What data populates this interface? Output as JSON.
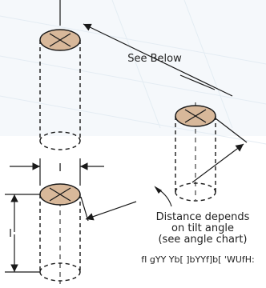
{
  "labels": {
    "see_below": "See Below",
    "distance_line1": "Distance depends",
    "distance_line2": "on tilt angle",
    "distance_line3": "(see angle chart)",
    "dim_width": "I",
    "dim_height": "I",
    "footer_note": "fI gYY Yb[ ]bYYf]b[ 'WUfH:"
  },
  "colors": {
    "line": "#1a1a1a",
    "cylinder_top": "#d8b89a",
    "background_tint": "#e6eef5"
  },
  "icons": {
    "x_mark": "cross-mark",
    "arrow": "arrowhead"
  }
}
